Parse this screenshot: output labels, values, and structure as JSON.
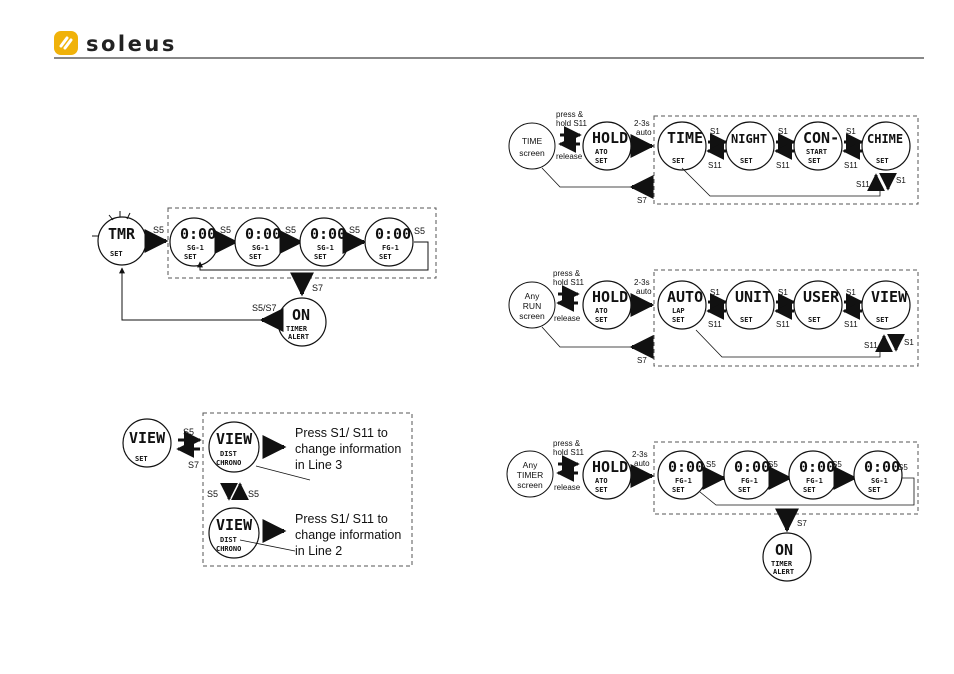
{
  "brand": {
    "name": "soleus",
    "accent": "#f0b20a"
  },
  "screens": {
    "tmr": {
      "top": "TMR",
      "bottom": "SET"
    },
    "timer_a": {
      "top": "0:00",
      "mid": "SG-1",
      "bottom": "SET"
    },
    "timer_b": {
      "top": "0:00",
      "mid": "SG-1",
      "bottom": "SET"
    },
    "timer_c": {
      "top": "0:00",
      "mid": "SG-1",
      "bottom": "SET"
    },
    "timer_d": {
      "top": "0:00",
      "mid": "FG-1",
      "bottom": "SET"
    },
    "alert": {
      "top": "ON",
      "mid": "TIMER",
      "bottom": "ALERT"
    },
    "view1": {
      "top": "VIEW",
      "bottom": "SET"
    },
    "view2": {
      "top": "VIEW",
      "mid": "DIST",
      "bottom": "CHRONO"
    },
    "view3": {
      "top": "VIEW",
      "mid": "DIST",
      "bottom": "CHRONO"
    },
    "hold1": {
      "top": "HOLD",
      "mid": "ATO",
      "bottom": "SET"
    },
    "time": {
      "top": "TIME",
      "bottom": "SET"
    },
    "night": {
      "top": "NIGHT",
      "bottom": "SET"
    },
    "con": {
      "top": "CON-",
      "mid": "START",
      "bottom": "SET"
    },
    "chime": {
      "top": "CHIME",
      "bottom": "SET"
    },
    "hold2": {
      "top": "HOLD",
      "mid": "ATO",
      "bottom": "SET"
    },
    "auto": {
      "top": "AUTO",
      "mid": "LAP",
      "bottom": "SET"
    },
    "unit": {
      "top": "UNIT",
      "bottom": "SET"
    },
    "user": {
      "top": "USER",
      "bottom": "SET"
    },
    "view4": {
      "top": "VIEW",
      "bottom": "SET"
    },
    "hold3": {
      "top": "HOLD",
      "mid": "ATO",
      "bottom": "SET"
    },
    "t_a": {
      "top": "0:00",
      "mid": "FG-1",
      "bottom": "SET"
    },
    "t_b": {
      "top": "0:00",
      "mid": "FG-1",
      "bottom": "SET"
    },
    "t_c": {
      "top": "0:00",
      "mid": "FG-1",
      "bottom": "SET"
    },
    "t_d": {
      "top": "0:00",
      "mid": "SG-1",
      "bottom": "SET"
    },
    "alert2": {
      "top": "ON",
      "mid": "TIMER",
      "bottom": "ALERT"
    }
  },
  "start_screens": {
    "time": {
      "line1": "TIME",
      "line2": "screen"
    },
    "run": {
      "line1": "Any",
      "line2": "RUN",
      "line3": "screen"
    },
    "timer": {
      "line1": "Any",
      "line2": "TIMER",
      "line3": "screen"
    }
  },
  "labels": {
    "s1": "S1",
    "s5": "S5",
    "s7": "S7",
    "s11": "S11",
    "s5s7": "S5/S7",
    "press": "press &",
    "hold": "hold S11",
    "release": "release",
    "auto_time": "2-3s",
    "auto": "auto"
  },
  "notes": {
    "line3": [
      "Press S1/ S11 to",
      "change information",
      "in Line 3"
    ],
    "line2": [
      "Press S1/ S11 to",
      "change information",
      "in Line 2"
    ]
  }
}
